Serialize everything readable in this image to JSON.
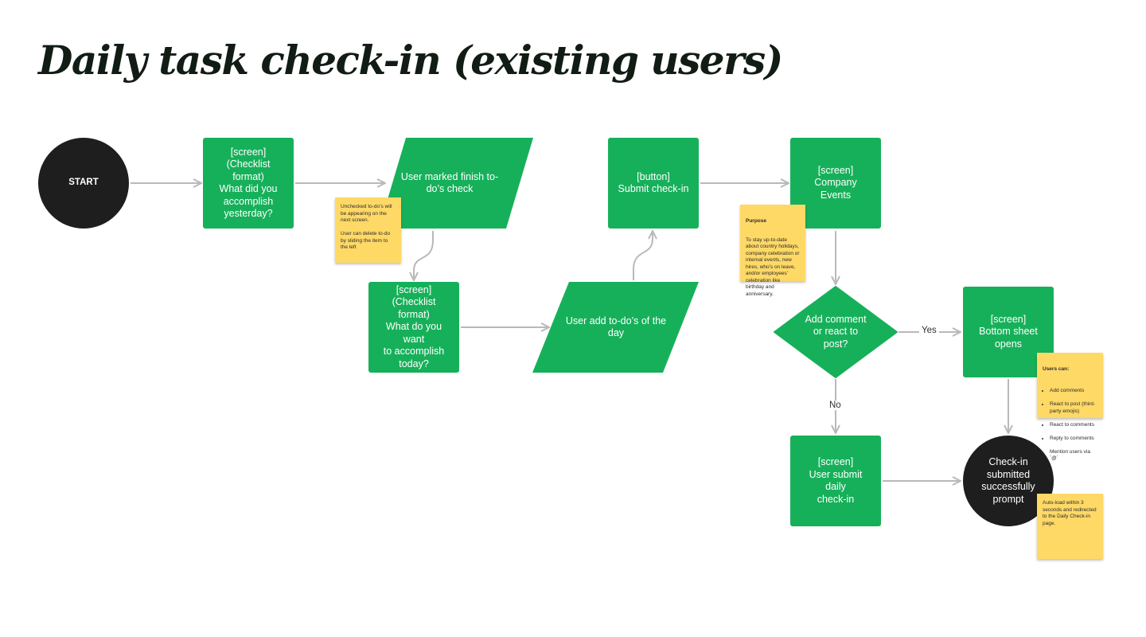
{
  "title": "Daily task check-in (existing users)",
  "colors": {
    "process": "#17b05a",
    "terminal": "#1e1e1e",
    "note": "#ffd966",
    "connector": "#b9b9b9"
  },
  "nodes": {
    "start": "START",
    "checklist_yesterday": "[screen]\n(Checklist format)\nWhat did you\naccomplish\nyesterday?",
    "marked_finish": "User marked finish to-\ndo’s check",
    "checklist_today": "[screen]\n(Checklist format)\nWhat do you want\nto accomplish\ntoday?",
    "add_todos": "User add to-do’s of the\nday",
    "submit_button": "[button]\nSubmit check-in",
    "company_events": "[screen]\nCompany Events",
    "decision": "Add comment\nor react to\npost?",
    "bottom_sheet": "[screen]\nBottom sheet\nopens",
    "submit_daily": "[screen]\nUser submit daily\ncheck-in",
    "success_prompt": "Check-in\nsubmitted\nsuccessfully\nprompt"
  },
  "edge_labels": {
    "yes": "Yes",
    "no": "No"
  },
  "notes": {
    "unchecked": "Unchecked to-do’s will be appearing on the next screen.\n\nUser can delete to-do by sliding the item to the left",
    "purpose_title": "Purpose",
    "purpose_body": "To stay up-to-date about country holidays, company celebration or internal events, new hires, who’s on leave, and/or employees’ celebration like birthday and anniversary.",
    "users_can_title": "Users can:",
    "users_can_items": [
      "Add comments",
      "React to post (third-party emojis)",
      "React to comments",
      "Reply to comments",
      "Mention users via `@`"
    ],
    "autoload": "Auto-load within 3 seconds and redirected to the Daily Check-in page."
  }
}
